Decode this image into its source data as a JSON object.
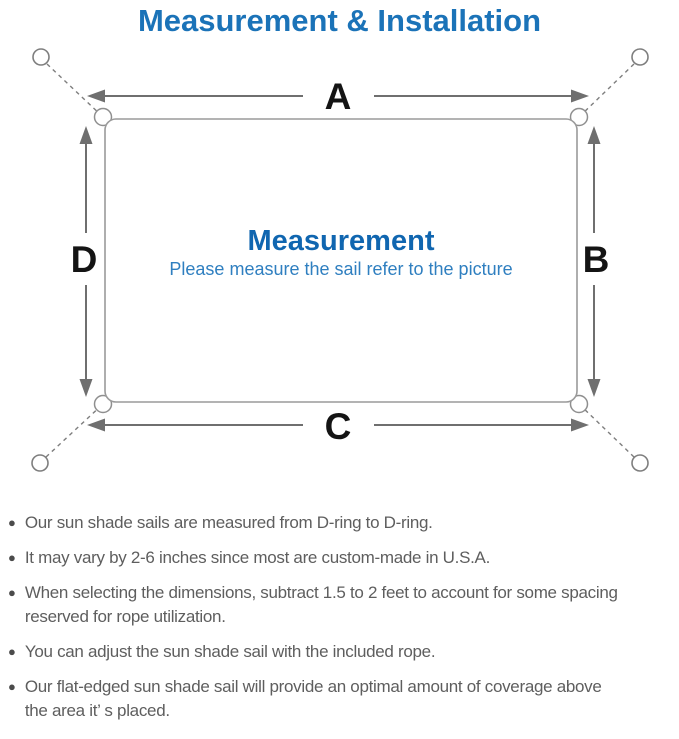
{
  "header": {
    "title": "Measurement & Installation",
    "title_color": "#1b73b8"
  },
  "diagram": {
    "labels": {
      "top": "A",
      "right": "B",
      "bottom": "C",
      "left": "D"
    },
    "center": {
      "title": "Measurement",
      "subtitle": "Please measure the sail refer to the picture",
      "title_color": "#1066b0",
      "subtitle_color": "#2f7fc0"
    },
    "colors": {
      "outline_gray": "#9a9a9a",
      "arrow_gray": "#6f6f6f",
      "ring_gray": "#7e7e7e",
      "label_black": "#141414"
    }
  },
  "notes": {
    "bullet": "●",
    "text_color": "#5e5e5e",
    "items": [
      {
        "lines": [
          "Our sun shade sails are measured from D-ring to D-ring."
        ]
      },
      {
        "lines": [
          "It may vary by 2-6 inches since most are custom-made in U.S.A."
        ]
      },
      {
        "lines": [
          "When selecting the dimensions, subtract 1.5 to 2 feet to account for some spacing",
          "reserved for rope utilization."
        ]
      },
      {
        "lines": [
          "You can adjust the sun shade sail with the included rope."
        ]
      },
      {
        "lines": [
          "Our flat-edged sun shade sail will provide an optimal amount of coverage above",
          "the area it’ s placed."
        ]
      }
    ]
  }
}
